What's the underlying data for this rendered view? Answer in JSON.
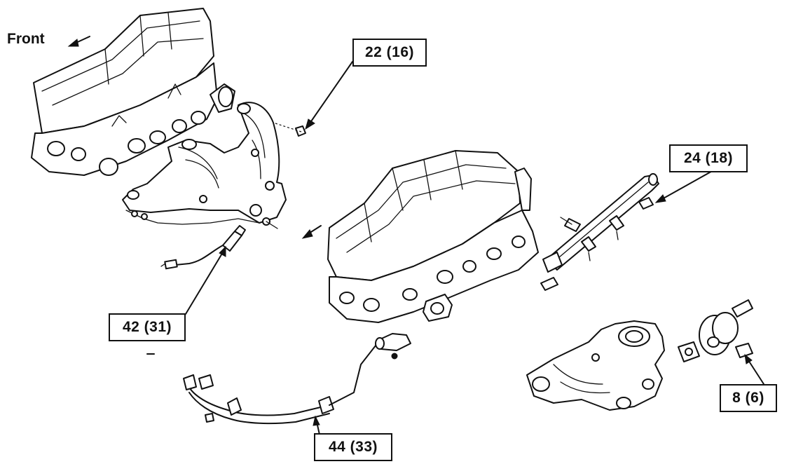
{
  "orientation": {
    "front_label": "Front"
  },
  "torque_labels": {
    "a": "22 (16)",
    "b": "24 (18)",
    "c": "42 (31)",
    "d": "44 (33)",
    "e": "8 (6)"
  },
  "icons": [
    "front-arrow-icon",
    "callout-arrow-icon"
  ]
}
